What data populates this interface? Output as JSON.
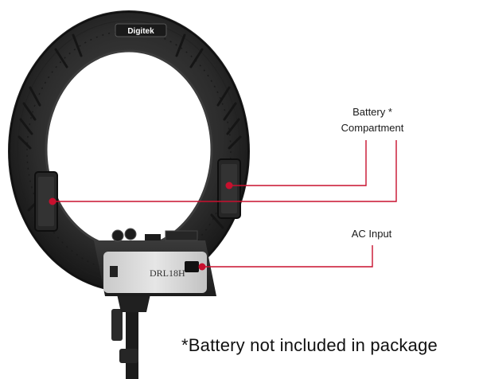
{
  "brand": {
    "logo_text": "Digitek",
    "model_text": "DRL18H"
  },
  "callouts": {
    "battery_line1": "Battery *",
    "battery_line2": "Compartment",
    "ac_input": "AC Input"
  },
  "footnote": "*Battery not included in package",
  "colors": {
    "callout_line": "#c8102e",
    "ring_body": "#2b2b2b",
    "panel": "#d9d9d9"
  }
}
